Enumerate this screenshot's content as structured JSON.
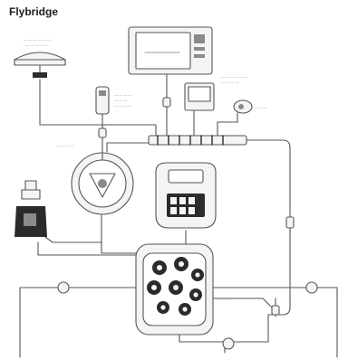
{
  "diagram": {
    "title": "Flybridge",
    "colors": {
      "line": "#555555",
      "light_line": "#9a9a9a",
      "fill": "#f4f4f4",
      "dark": "#2b2b2b",
      "mid": "#8a8a8a"
    },
    "components": [
      {
        "id": "gps-antenna",
        "icon": "dome-antenna"
      },
      {
        "id": "chartplotter-display",
        "icon": "display-screen"
      },
      {
        "id": "instrument-display",
        "icon": "small-display"
      },
      {
        "id": "handheld-remote",
        "icon": "handheld"
      },
      {
        "id": "compass-sensor",
        "icon": "puck"
      },
      {
        "id": "seatalk-backbone",
        "icon": "bus-connector"
      },
      {
        "id": "steering-wheel",
        "icon": "wheel"
      },
      {
        "id": "autopilot-controller",
        "icon": "keypad-unit"
      },
      {
        "id": "hydraulic-pump",
        "icon": "pump"
      },
      {
        "id": "network-switch",
        "icon": "hub-connector"
      }
    ]
  }
}
